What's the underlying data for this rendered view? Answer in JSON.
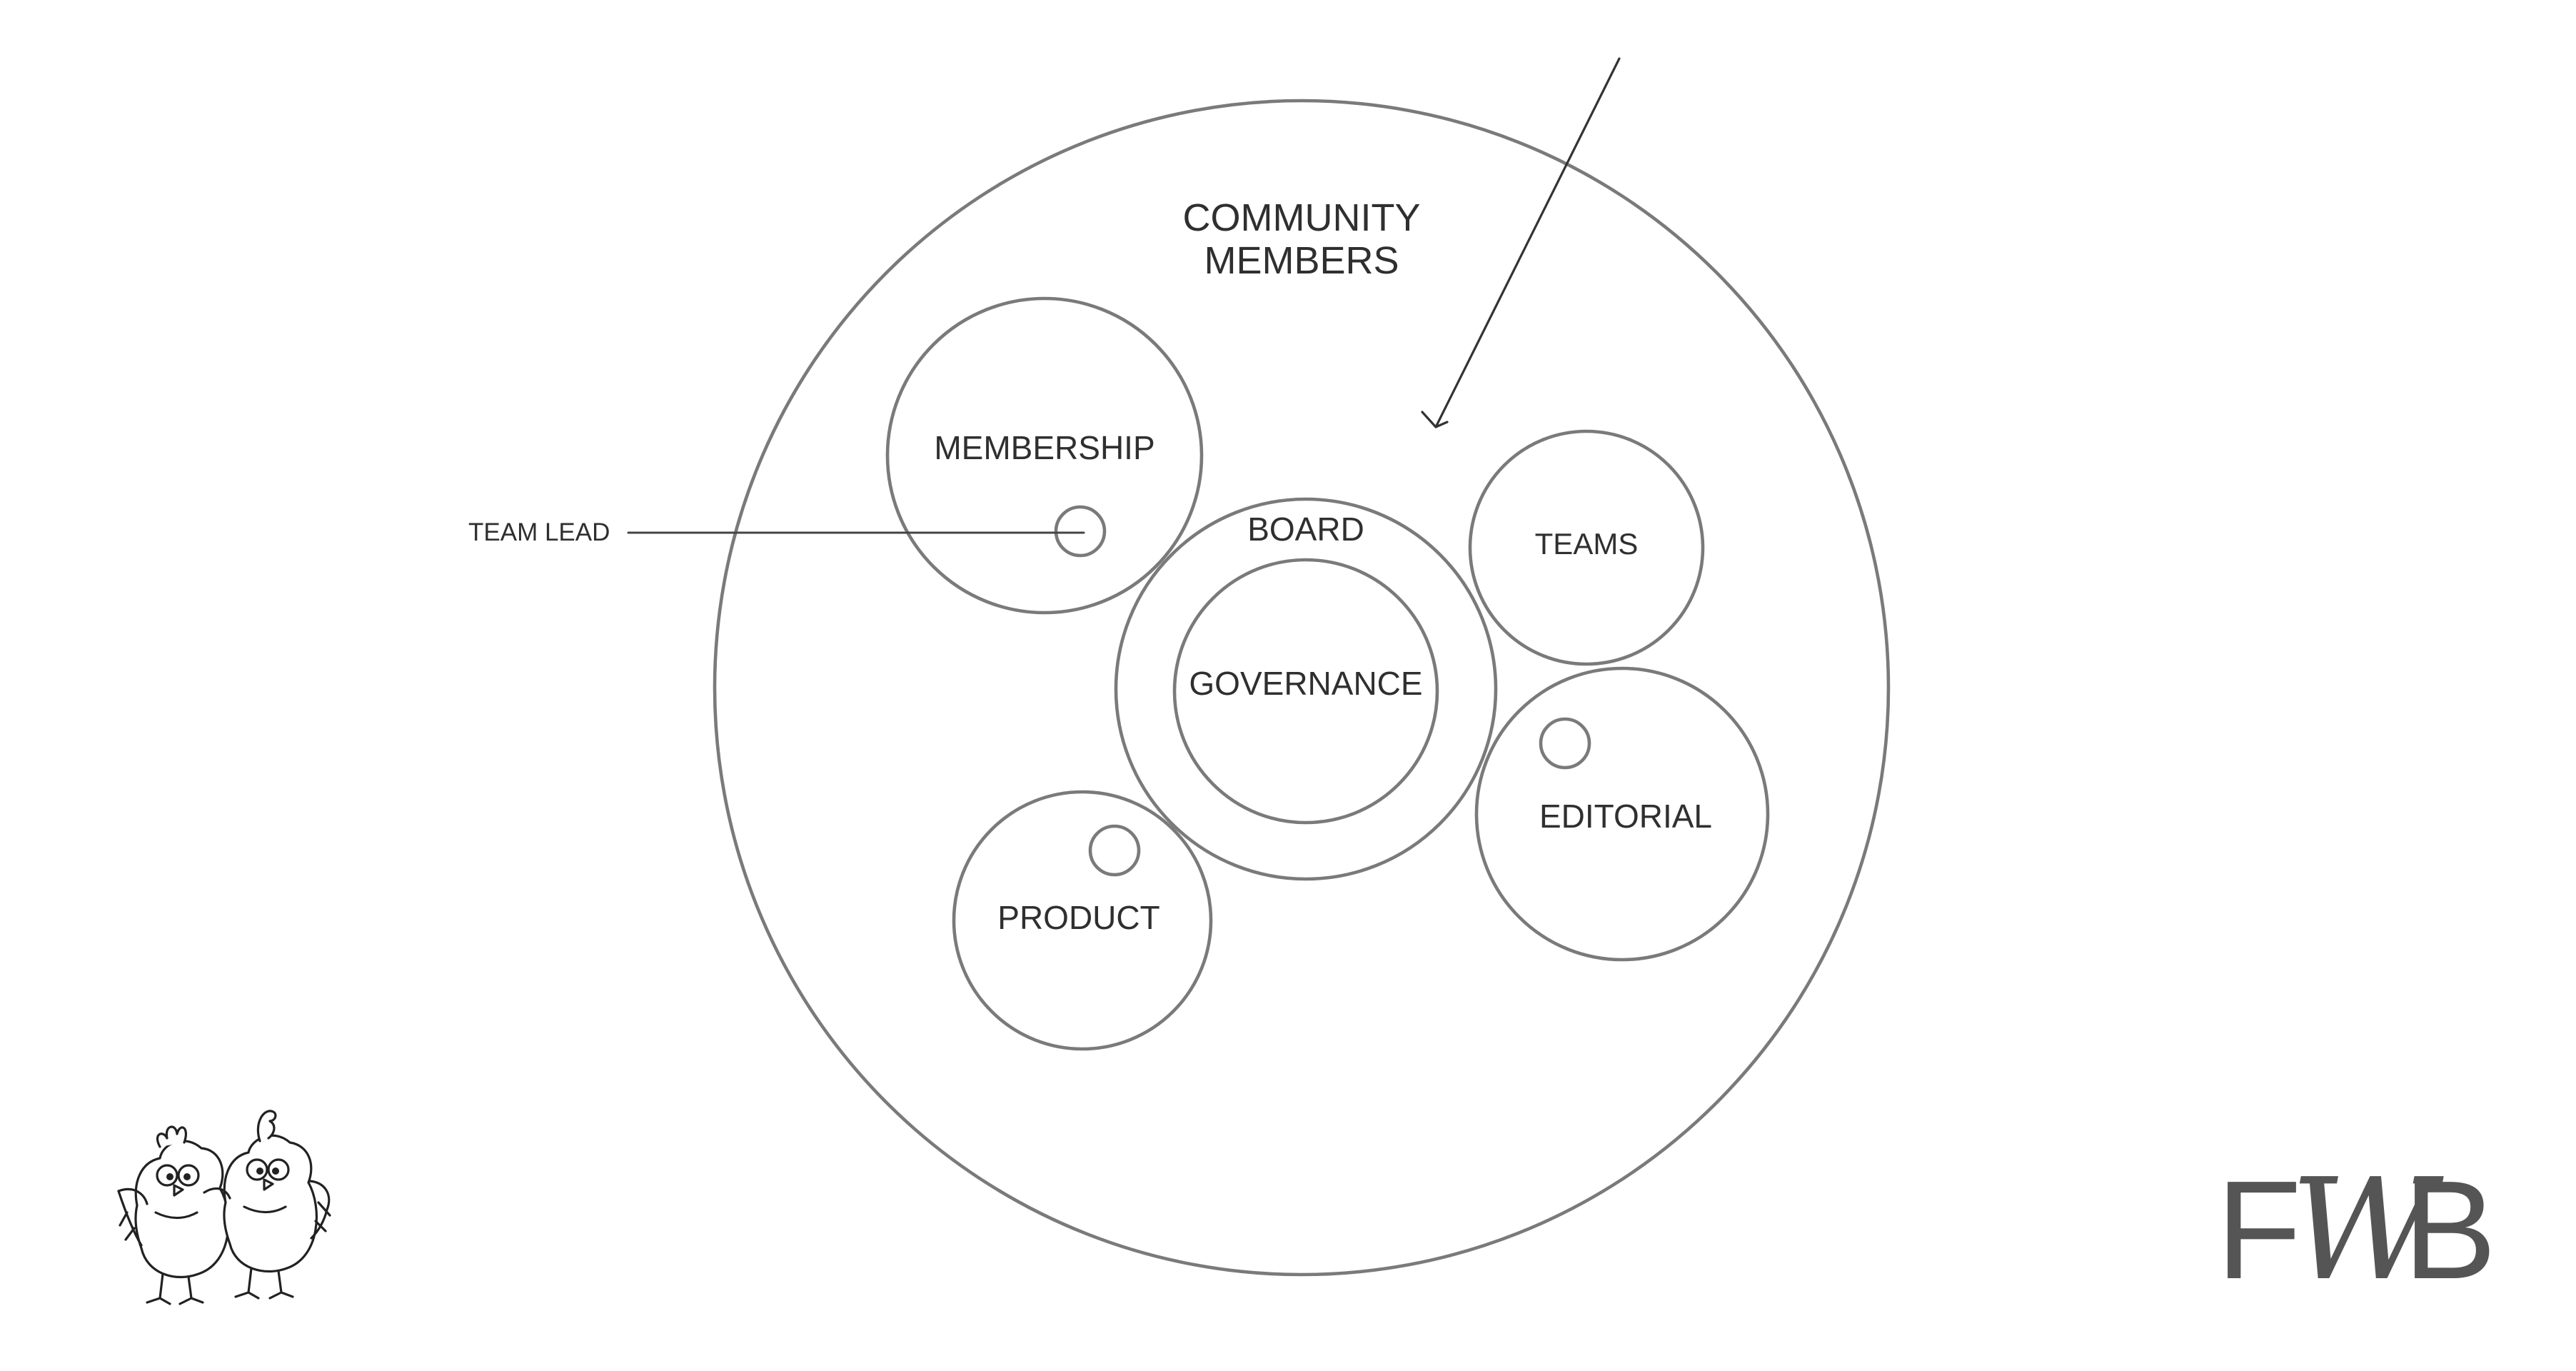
{
  "diagram": {
    "outer": {
      "title_line1": "COMMUNITY",
      "title_line2": "MEMBERS"
    },
    "membership": "MEMBERSHIP",
    "team_lead": "TEAM LEAD",
    "board": "BOARD",
    "governance": "GOVERNANCE",
    "teams": "TEAMS",
    "editorial": "EDITORIAL",
    "product": "PRODUCT"
  },
  "logo": {
    "part1": "F",
    "part2": "W",
    "part3": "B"
  },
  "colors": {
    "stroke": "#7a7a7a",
    "text": "#2f2f2f",
    "logo": "#555555",
    "background": "#ffffff"
  },
  "icons": [
    "arrow",
    "twin-birds-mascot"
  ]
}
